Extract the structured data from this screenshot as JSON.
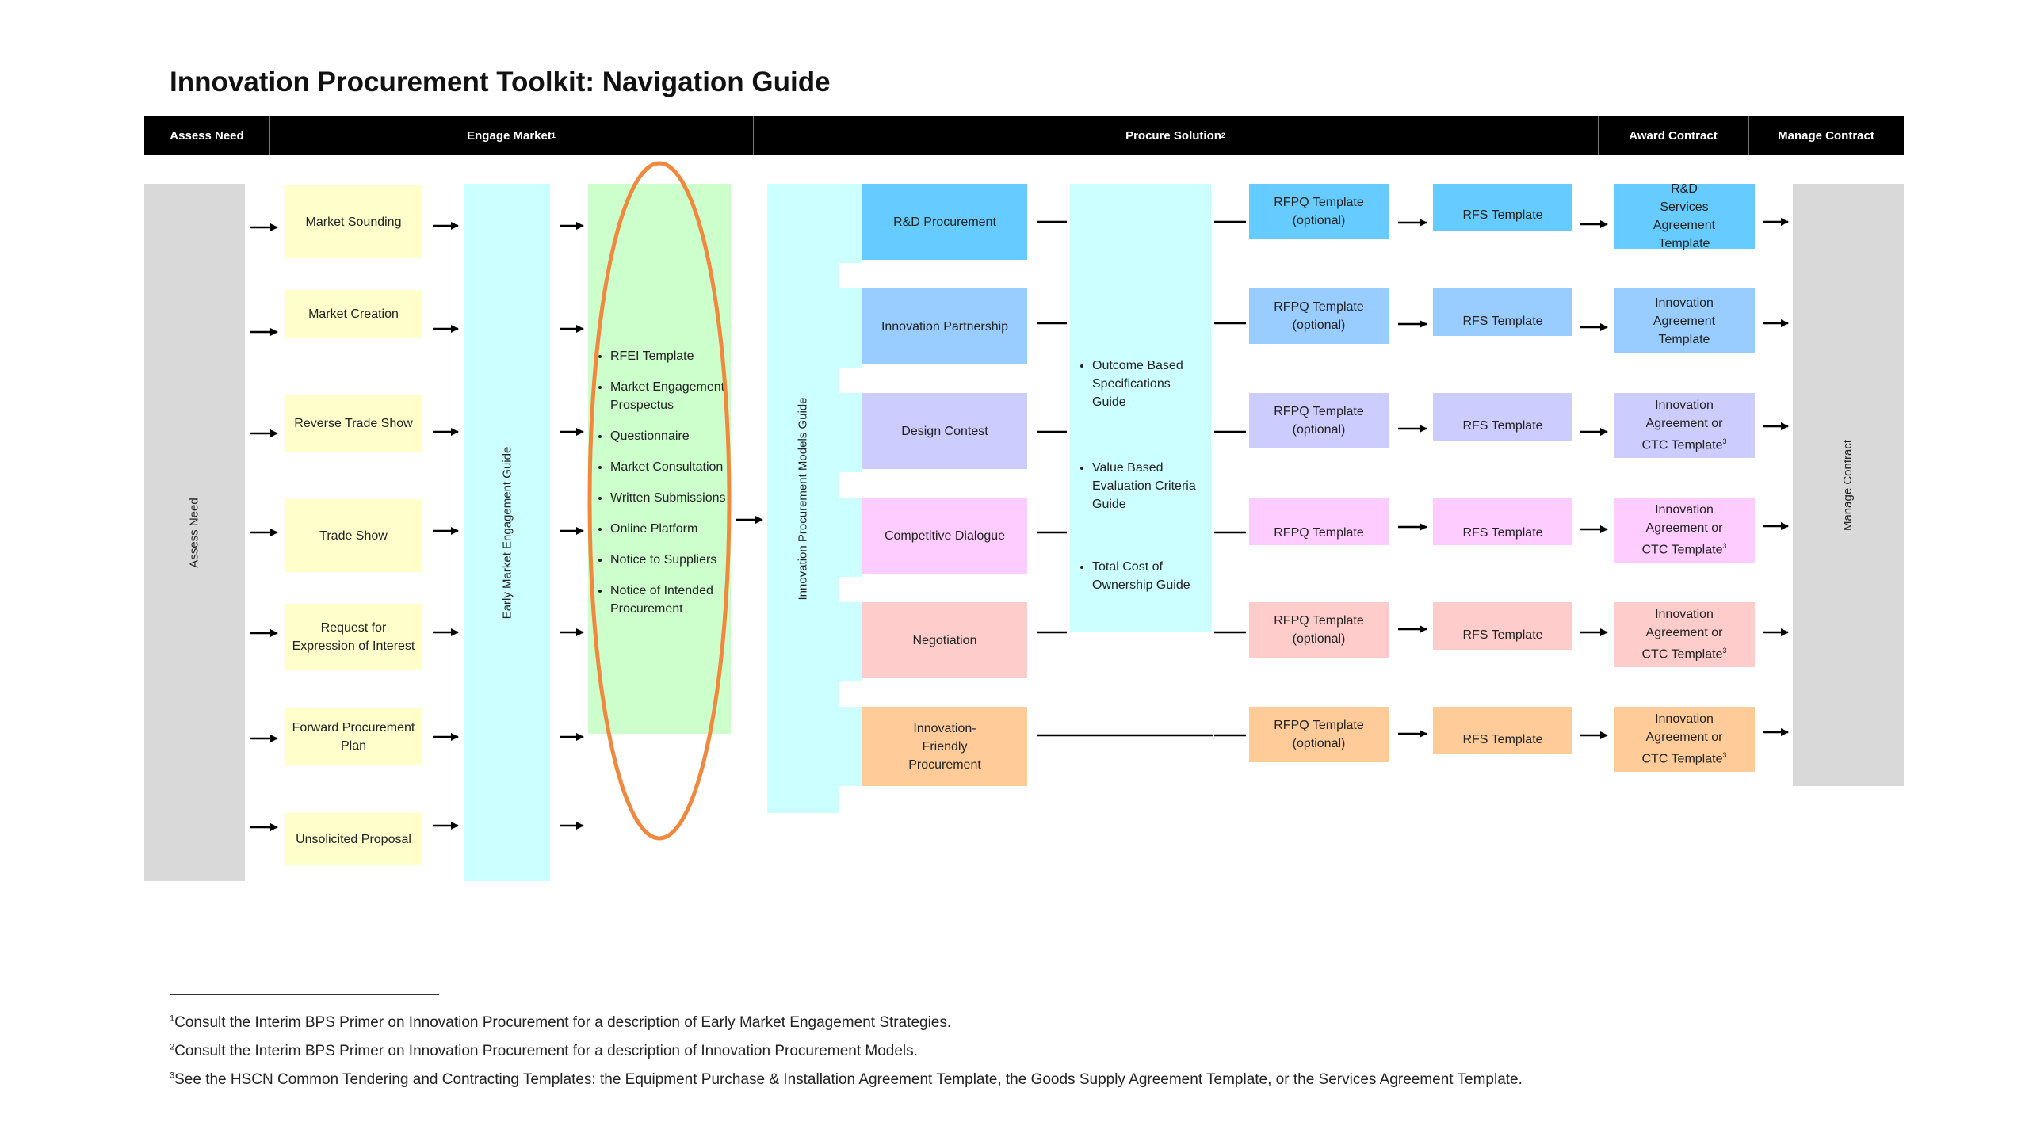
{
  "title": "Innovation Procurement Toolkit: Navigation Guide",
  "header": {
    "assess_need": "Assess Need",
    "engage_market": "Engage Market",
    "engage_market_sup": "1",
    "procure_solution": "Procure Solution",
    "procure_solution_sup": "2",
    "award_contract": "Award Contract",
    "manage_contract": "Manage Contract"
  },
  "left_bar_label": "Assess Need",
  "right_bar_label": "Manage Contract",
  "market_activities": [
    "Market Sounding",
    "Market Creation",
    "Reverse Trade Show",
    "Trade Show",
    "Request for Expression of Interest",
    "Forward Procurement Plan",
    "Unsolicited Proposal"
  ],
  "emg_guide_label": "Early Market Engagement Guide",
  "emg_tools": [
    "RFEI Template",
    "Market Engagement Prospectus",
    "Questionnaire",
    "Market Consultation",
    "Written Submissions",
    "Online Platform",
    "Notice to Suppliers",
    "Notice of Intended Procurement"
  ],
  "ipm_guide_label": "Innovation Procurement Models Guide",
  "models": [
    "R&D Procurement",
    "Innovation Partnership",
    "Design Contest",
    "Competitive Dialogue",
    "Negotiation",
    "Innovation-Friendly Procurement"
  ],
  "guides": [
    "Outcome Based Specifications Guide",
    "Value Based Evaluation Criteria Guide",
    "Total Cost of Ownership Guide"
  ],
  "rfpq": [
    "RFPQ Template (optional)",
    "RFPQ Template (optional)",
    "RFPQ Template (optional)",
    "RFPQ Template",
    "RFPQ Template (optional)",
    "RFPQ Template (optional)"
  ],
  "rfs": [
    "RFS Template",
    "RFS Template",
    "RFS Template",
    "RFS Template",
    "RFS Template",
    "RFS Template"
  ],
  "agreements": [
    {
      "text": "R&D Services Agreement Template",
      "sup": ""
    },
    {
      "text": "Innovation Agreement Template",
      "sup": ""
    },
    {
      "text": "Innovation Agreement or CTC Template",
      "sup": "3"
    },
    {
      "text": "Innovation Agreement or CTC Template",
      "sup": "3"
    },
    {
      "text": "Innovation Agreement or CTC Template",
      "sup": "3"
    },
    {
      "text": "Innovation Agreement or CTC Template",
      "sup": "3"
    }
  ],
  "colors": {
    "header": "#000000",
    "gray": "#d9d9d9",
    "yellow": "#ffffcc",
    "cyan": "#ccffff",
    "green": "#ccffcc",
    "highlight_ellipse": "#f0883e",
    "rows": [
      "#66ccff",
      "#99ccff",
      "#ccccff",
      "#ffccff",
      "#ffcccc",
      "#ffcc99"
    ]
  },
  "footnotes": [
    {
      "sup": "1",
      "text": "Consult the Interim BPS Primer on Innovation Procurement for a description of Early Market Engagement Strategies."
    },
    {
      "sup": "2",
      "text": "Consult the Interim BPS Primer on Innovation Procurement for a description of Innovation Procurement Models."
    },
    {
      "sup": "3",
      "text": "See the HSCN Common Tendering and Contracting Templates: the Equipment Purchase & Installation Agreement Template, the Goods Supply Agreement Template, or the Services Agreement Template."
    }
  ]
}
